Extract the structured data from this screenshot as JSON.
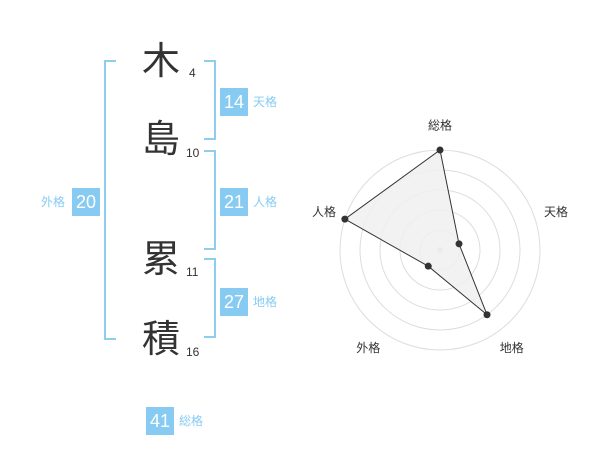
{
  "name": {
    "chars": [
      {
        "char": "木",
        "strokes": "4"
      },
      {
        "char": "島",
        "strokes": "10"
      },
      {
        "char": "累",
        "strokes": "11"
      },
      {
        "char": "積",
        "strokes": "16"
      }
    ]
  },
  "fortune": {
    "tenkaku": {
      "value": "14",
      "label": "天格"
    },
    "jinkaku": {
      "value": "21",
      "label": "人格"
    },
    "chikaku": {
      "value": "27",
      "label": "地格"
    },
    "gaikaku": {
      "value": "20",
      "label": "外格"
    },
    "soukaku": {
      "value": "41",
      "label": "総格"
    }
  },
  "chart_data": {
    "type": "radar",
    "axes": [
      "総格",
      "天格",
      "地格",
      "外格",
      "人格"
    ],
    "values": [
      5,
      1,
      4,
      1,
      5
    ],
    "max": 5,
    "colors": {
      "line": "#333333",
      "fill": "#f0f0f0",
      "grid": "#dddddd",
      "point": "#333333",
      "center": "#cccccc"
    }
  }
}
